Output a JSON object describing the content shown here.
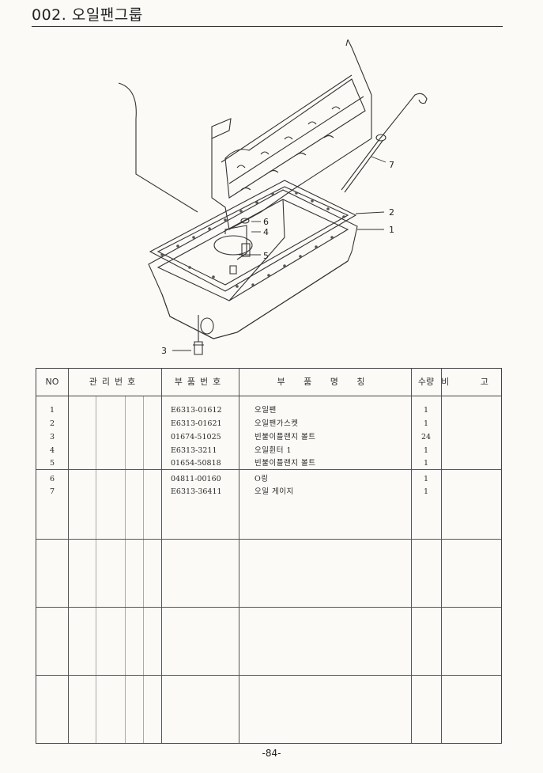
{
  "header": {
    "title": "002. 오일팬그룹"
  },
  "diagram": {
    "callouts": [
      "7",
      "2",
      "1",
      "6",
      "4",
      "5",
      "3"
    ]
  },
  "table": {
    "headers": {
      "no": "NO",
      "mgmt": "관리번호",
      "part_no": "부품번호",
      "part_name": "부 품 명 칭",
      "qty": "수량",
      "remarks": "비 고"
    },
    "rows": [
      {
        "no": "1",
        "part_no": "E6313-01612",
        "name": "오일팬",
        "qty": "1"
      },
      {
        "no": "2",
        "part_no": "E6313-01621",
        "name": "오일팬가스켓",
        "qty": "1"
      },
      {
        "no": "3",
        "part_no": "01674-51025",
        "name": "빈불이플랜지 볼트",
        "qty": "24"
      },
      {
        "no": "4",
        "part_no": "E6313-3211",
        "name": "오일휜터 1",
        "qty": "1"
      },
      {
        "no": "5",
        "part_no": "01654-50818",
        "name": "빈불이플랜지 볼트",
        "qty": "1"
      },
      {
        "no": "6",
        "part_no": "04811-00160",
        "name": "O링",
        "qty": "1"
      },
      {
        "no": "7",
        "part_no": "E6313-36411",
        "name": "오일 게이지",
        "qty": "1"
      }
    ]
  },
  "footer": {
    "page": "-84-"
  }
}
